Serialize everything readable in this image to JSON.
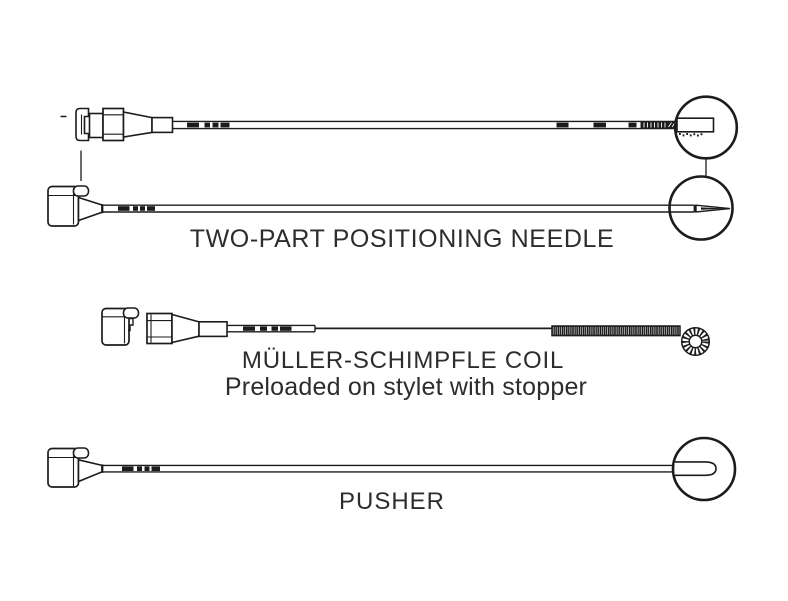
{
  "page": {
    "background": "#ffffff",
    "line_color": "#1c1c1c",
    "text_color": "#2d2d2d",
    "description_of_artwork": "Technical line drawing of three interventional devices with magnifier circles showing tip details"
  },
  "figures": [
    {
      "id": "two-part-positioning-needle",
      "caption": "TWO-PART POSITIONING NEEDLE",
      "subcaption": "",
      "tip_details": [
        "open cannula tip in magnifier circle",
        "trocar point in magnifier circle"
      ]
    },
    {
      "id": "mueller-schimpfle-coil",
      "caption": "MÜLLER-SCHIMPFLE COIL",
      "subcaption": "Preloaded on stylet with stopper",
      "tip_details": [
        "curled coil tip"
      ]
    },
    {
      "id": "pusher",
      "caption": "PUSHER",
      "subcaption": "",
      "tip_details": [
        "blunt rounded tip in magnifier circle"
      ]
    }
  ]
}
